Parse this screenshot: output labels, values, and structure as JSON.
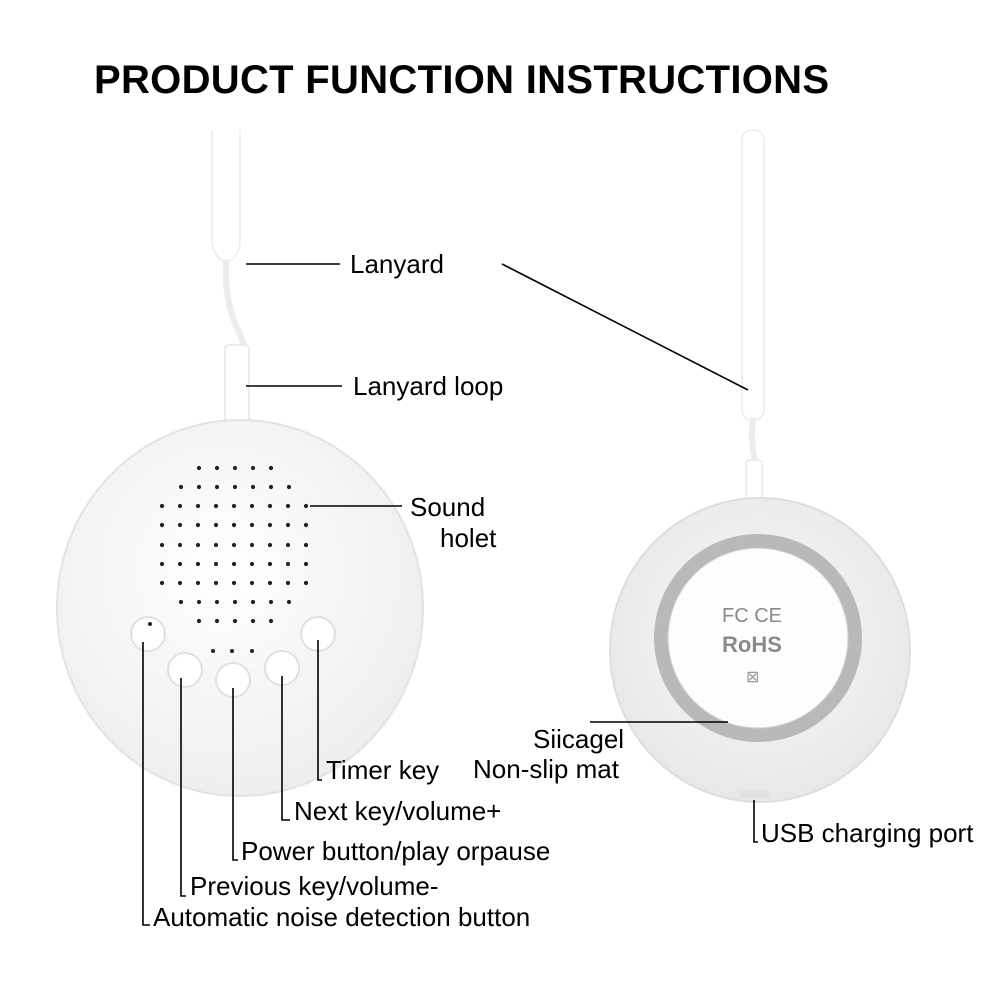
{
  "title": "PRODUCT FUNCTION INSTRUCTIONS",
  "labels": {
    "lanyard": "Lanyard",
    "lanyard_loop": "Lanyard loop",
    "sound_hole_line1": "Sound",
    "sound_hole_line2": "holet",
    "timer_key": "Timer key",
    "next_key": "Next key/volume+",
    "power_button": "Power button/play orpause",
    "previous_key": "Previous key/volume-",
    "auto_noise_button": "Automatic noise detection button",
    "silicagel_line1": "Siicagel",
    "silicagel_line2": "Non-slip mat",
    "usb_port": "USB charging port"
  },
  "back_label": {
    "fcc_ce": "FC  CE",
    "rohs": "RoHS",
    "bin": "⊠"
  },
  "colors": {
    "device_body": "#f3f3f3",
    "device_edge": "#dcdcdc",
    "silicone_ring": "#b9b9b9",
    "speaker_dots": "#222222"
  }
}
